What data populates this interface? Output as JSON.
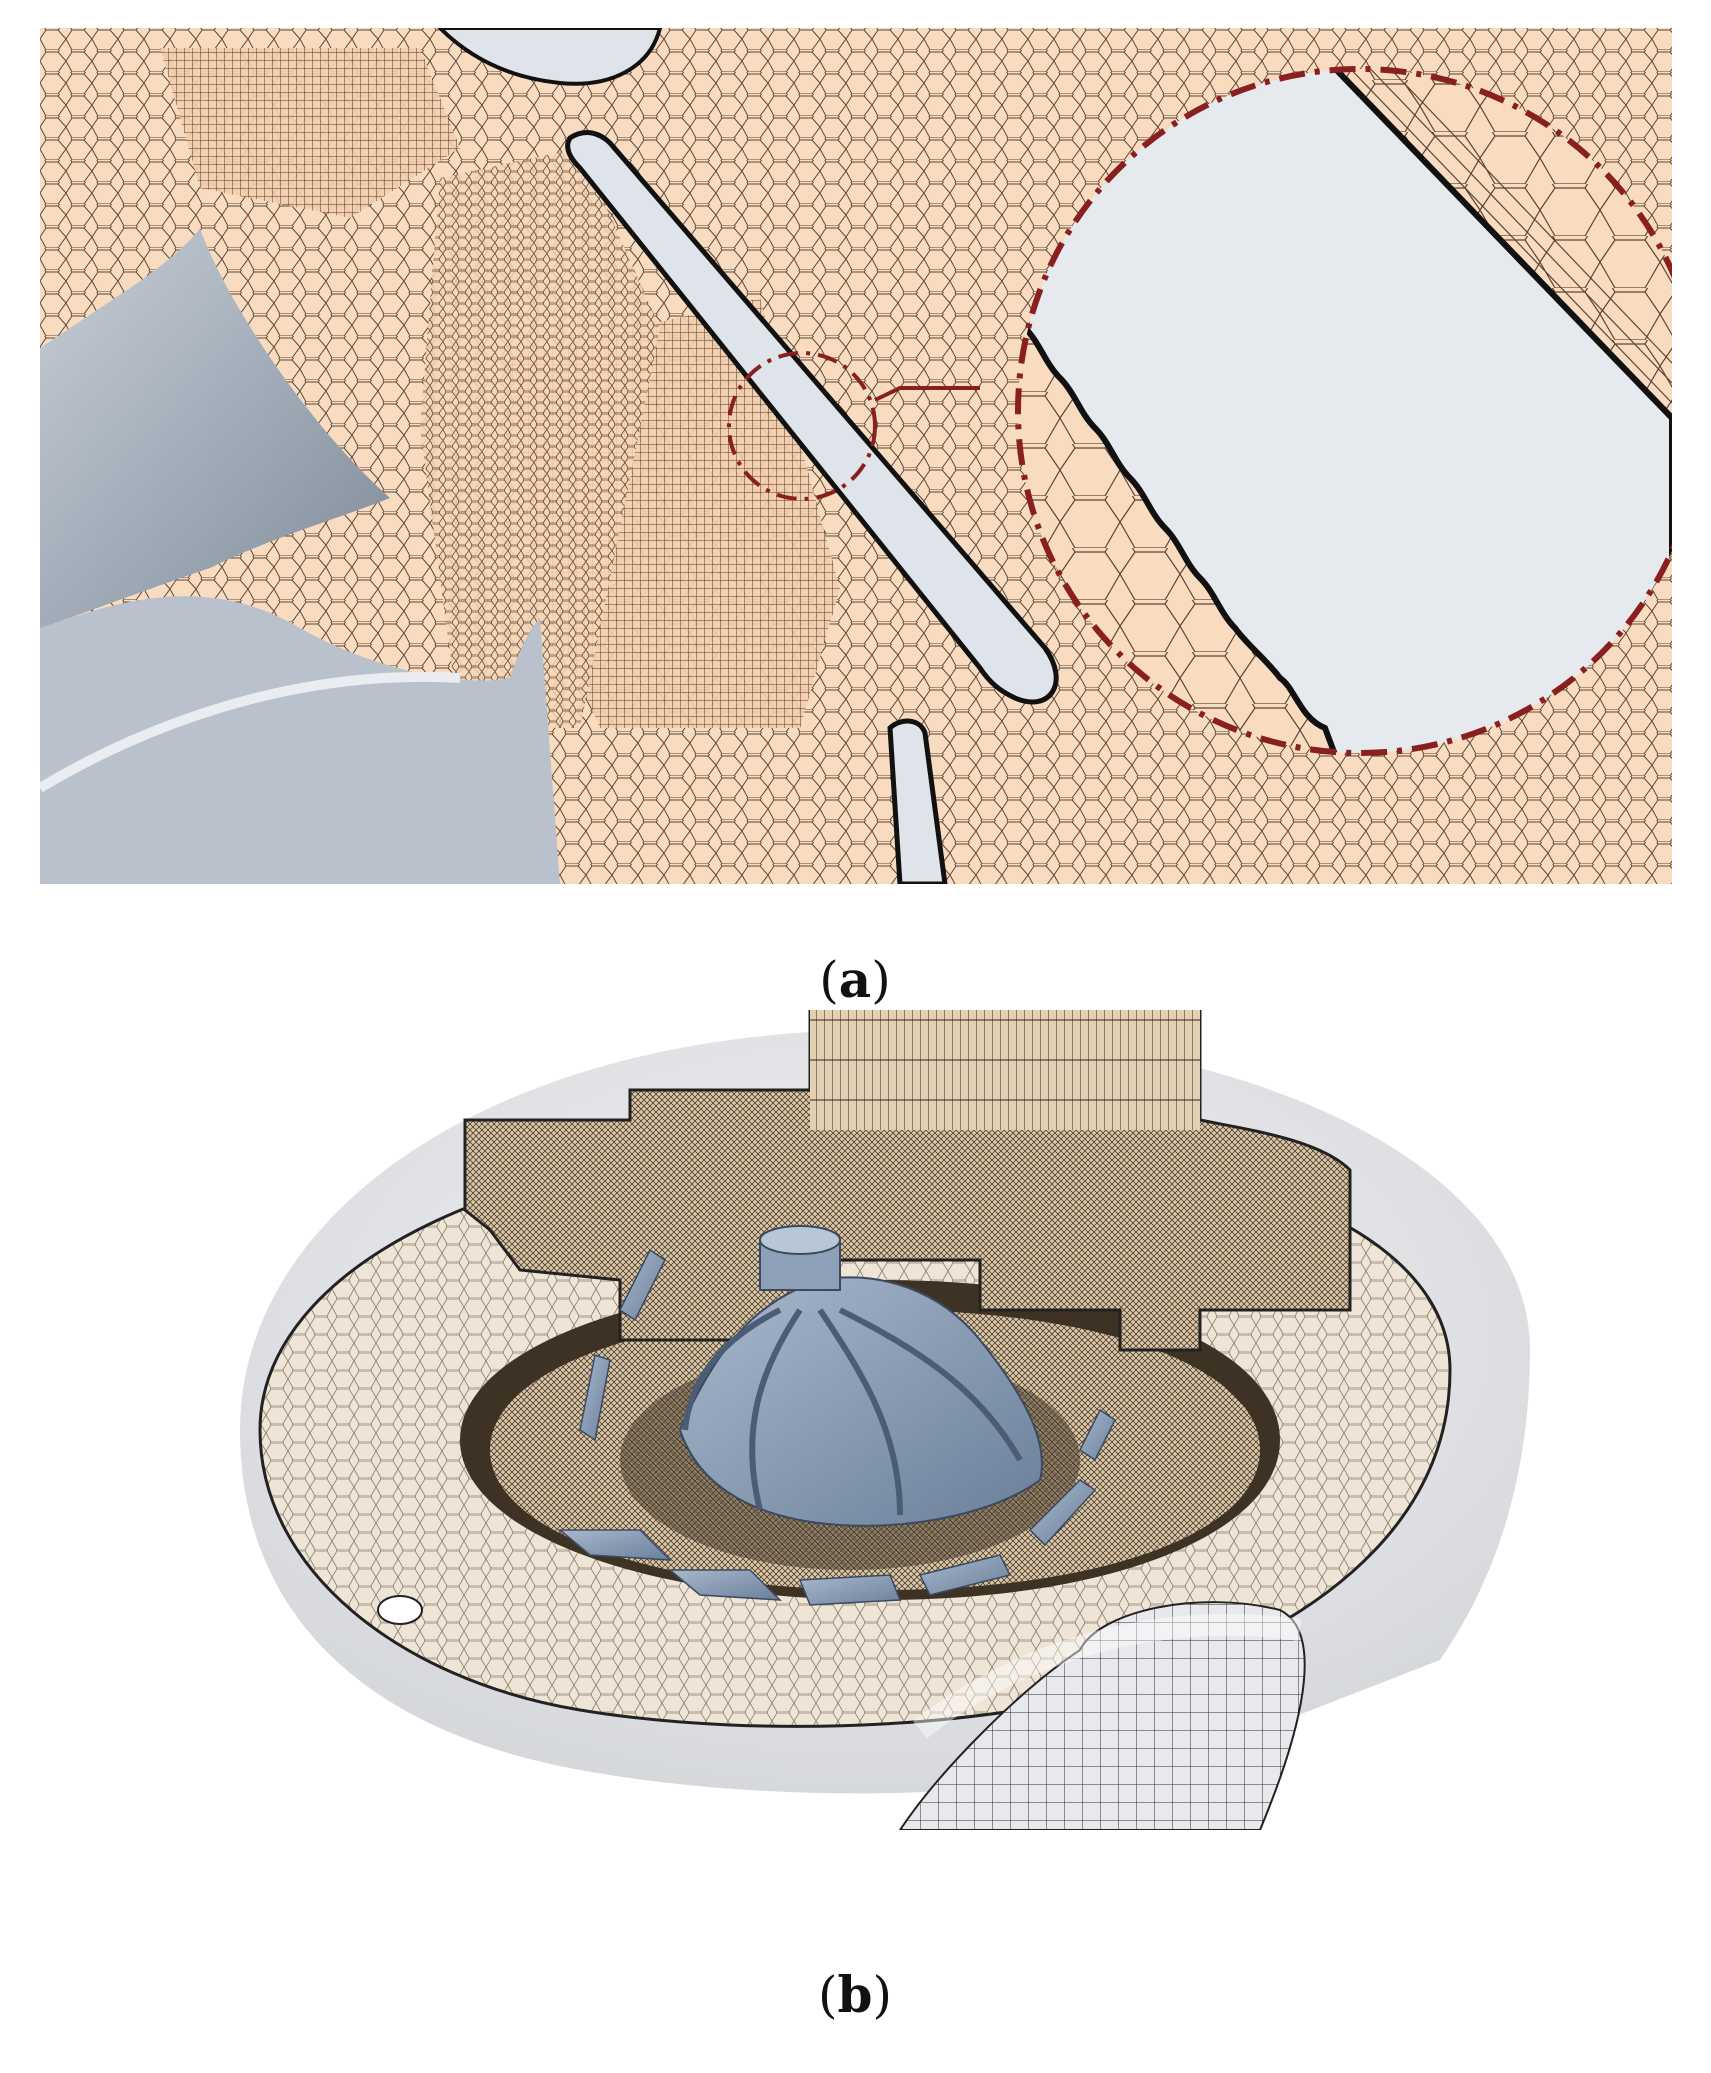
{
  "figure": {
    "panels": [
      {
        "id": "a",
        "label": "a"
      },
      {
        "id": "b",
        "label": "b"
      }
    ]
  },
  "colors": {
    "mesh_fill": "#f9dcc0",
    "mesh_line": "#3b2a1a",
    "solid_gray": "#a7b1bd",
    "solid_gray_light": "#dfe4ea",
    "blade_blue": "#7f93ad",
    "zoom_circle": "#8a1f1f",
    "shell_gray": "#cfd2d6"
  },
  "icons": [
    "zoom-circle",
    "impeller-icon"
  ]
}
